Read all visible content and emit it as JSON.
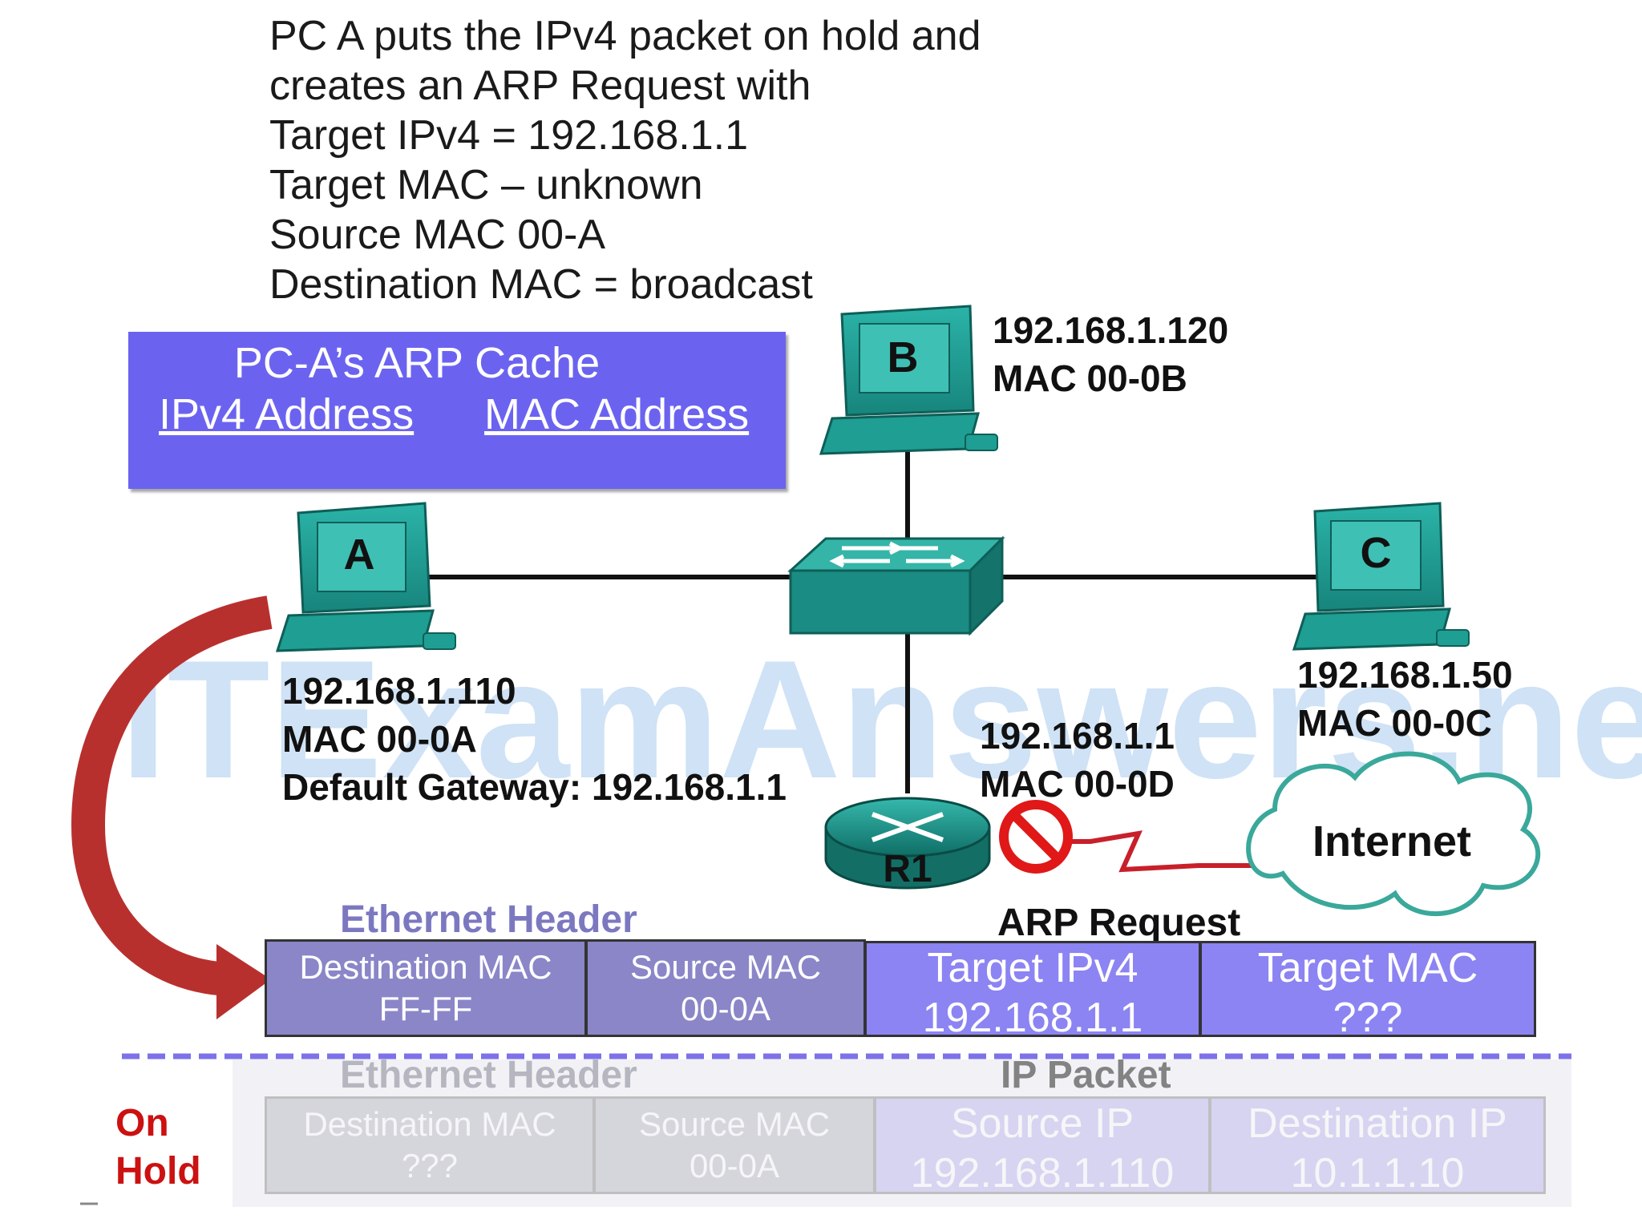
{
  "intro_lines": [
    "PC A puts the IPv4 packet on hold and",
    "creates an ARP Request with",
    "Target IPv4 = 192.168.1.1",
    "Target MAC – unknown",
    "Source MAC 00-A",
    "Destination MAC = broadcast"
  ],
  "arp_cache": {
    "title": "PC-A’s ARP Cache",
    "col_ip": "IPv4 Address",
    "col_mac": "MAC Address"
  },
  "pcs": {
    "a": {
      "letter": "A",
      "ip": "192.168.1.110",
      "mac": "MAC 00-0A",
      "gateway": "Default Gateway: 192.168.1.1"
    },
    "b": {
      "letter": "B",
      "ip": "192.168.1.120",
      "mac": "MAC 00-0B"
    },
    "c": {
      "letter": "C",
      "ip": "192.168.1.50",
      "mac": "MAC 00-0C"
    }
  },
  "router": {
    "label": "R1",
    "ip": "192.168.1.1",
    "mac": "MAC 00-0D"
  },
  "cloud_label": "Internet",
  "watermark": "ITExamAnswers.net",
  "frame": {
    "eth_header_label": "Ethernet Header",
    "arp_request_label": "ARP Request",
    "dest_mac_title": "Destination  MAC",
    "dest_mac_value": "FF-FF",
    "src_mac_title": "Source  MAC",
    "src_mac_value": "00-0A",
    "target_ip_title": "Target IPv4",
    "target_ip_value": "192.168.1.1",
    "target_mac_title": "Target MAC",
    "target_mac_value": "???"
  },
  "held": {
    "on_hold_line1": "On",
    "on_hold_line2": "Hold",
    "eth_header_label": "Ethernet Header",
    "ip_packet_label": "IP Packet",
    "dest_mac_title": "Destination  MAC",
    "dest_mac_value": "???",
    "src_mac_title": "Source  MAC",
    "src_mac_value": "00-0A",
    "src_ip_title": "Source IP",
    "src_ip_value": "192.168.1.110",
    "dst_ip_title": "Destination IP",
    "dst_ip_value": "10.1.1.10"
  },
  "colors": {
    "device_teal": "#1f9e93",
    "cache_blue": "#6b63f0",
    "arrow_red": "#b8302e",
    "no_sign_red": "#e01818",
    "serial_red": "#c8202a",
    "cloud_outline": "#3aa89a"
  }
}
